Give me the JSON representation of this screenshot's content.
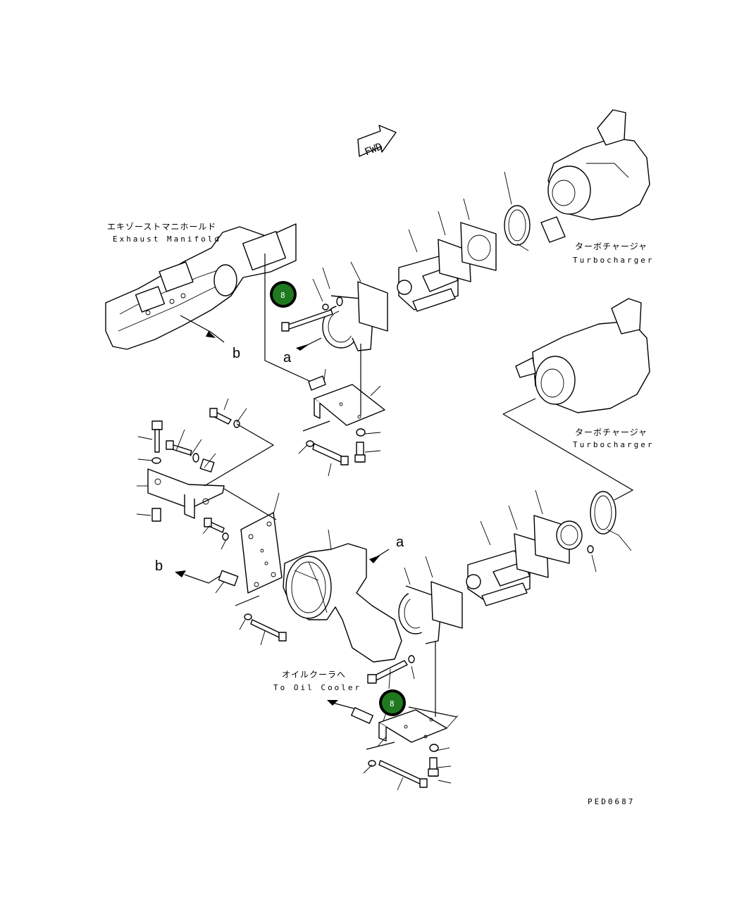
{
  "labels": {
    "fwd": "FWD",
    "exhaust_manifold_jp": "エキゾーストマニホールド",
    "exhaust_manifold_en": "Exhaust Manifold",
    "turbocharger_top_jp": "ターボチャージャ",
    "turbocharger_top_en": "Turbocharger",
    "turbocharger_mid_jp": "ターボチャージャ",
    "turbocharger_mid_en": "Turbocharger",
    "oil_cooler_jp": "オイルクーラへ",
    "oil_cooler_en": "To Oil Cooler",
    "ref_a_top": "a",
    "ref_b_top": "b",
    "ref_a_bottom": "a",
    "ref_b_bottom": "b",
    "drawing_code": "PED0687"
  },
  "callouts": [
    {
      "number": "8",
      "color": "#1f7a1f"
    },
    {
      "number": "8",
      "color": "#1f7a1f"
    }
  ]
}
